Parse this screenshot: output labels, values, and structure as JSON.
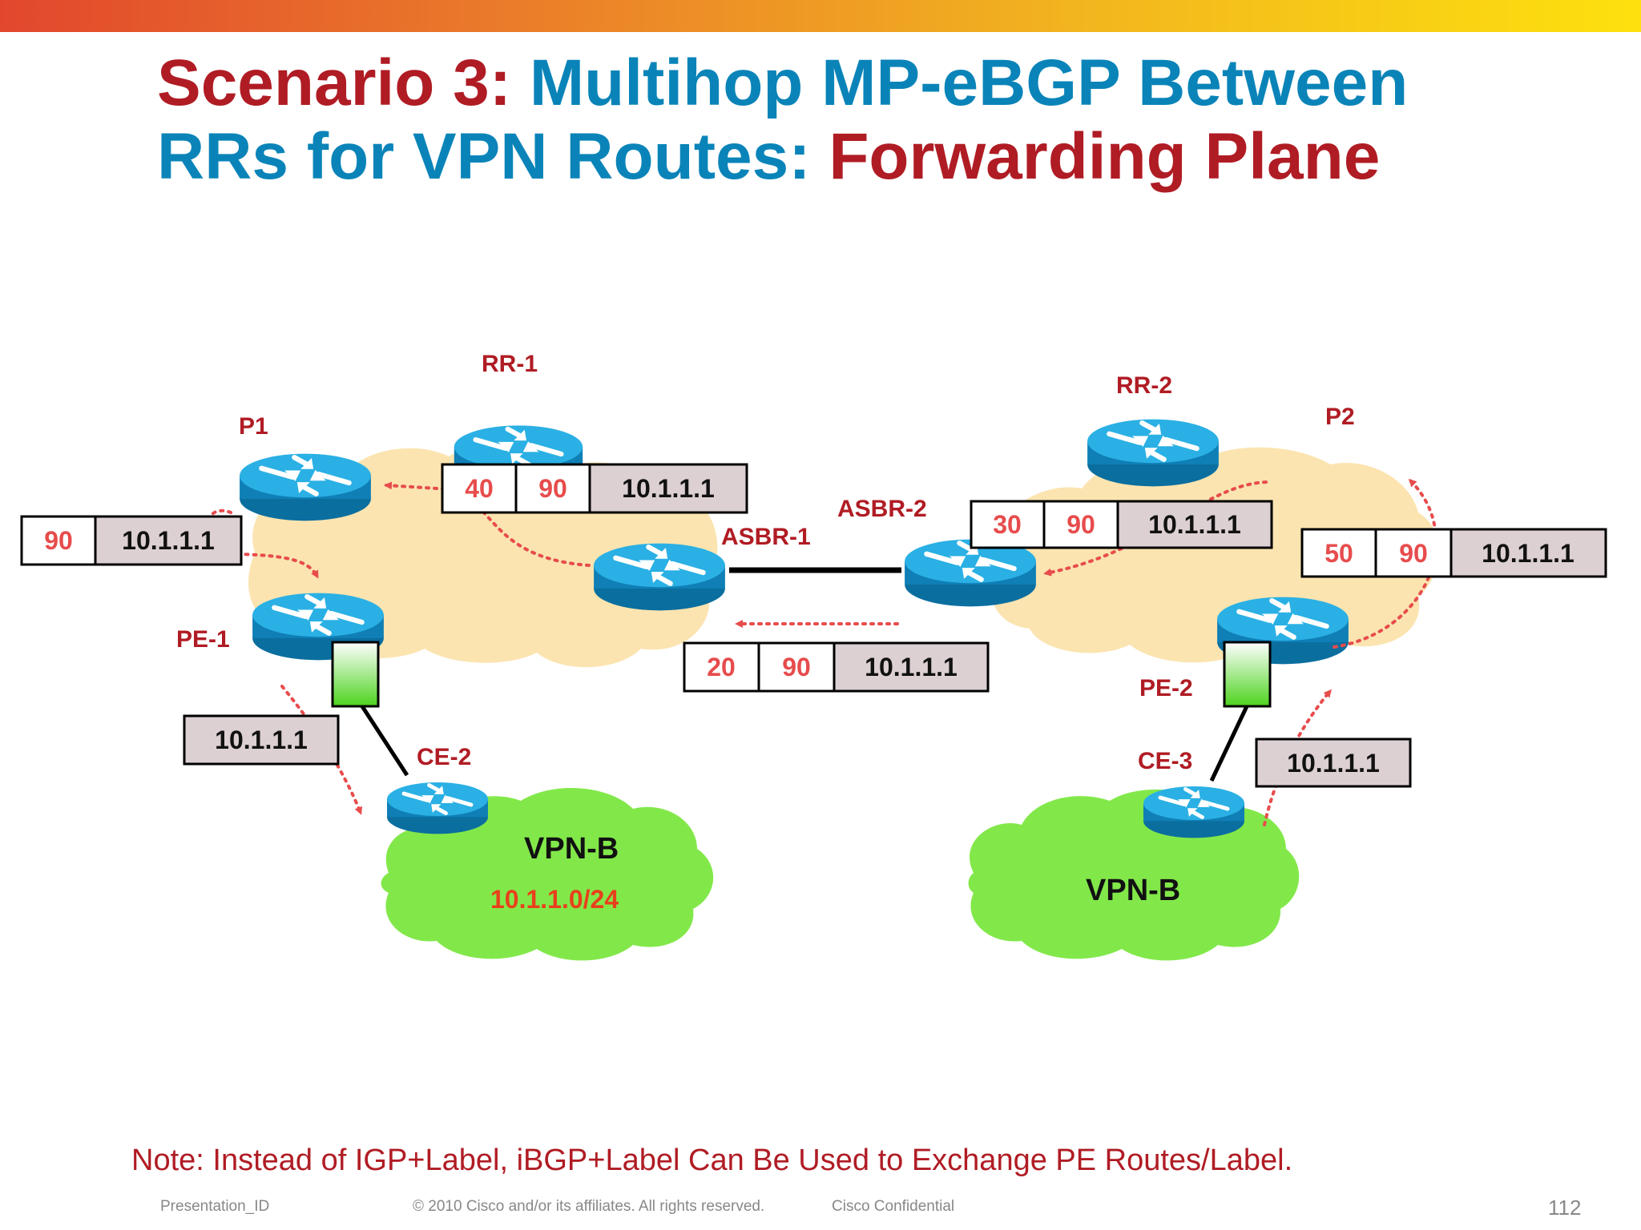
{
  "header": {
    "title_line1_prefix": "Scenario 3: ",
    "title_line1_rest": "Multihop MP-eBGP Between",
    "title_line2_blue": "RRs for VPN Routes: ",
    "title_line2_red": "Forwarding Plane"
  },
  "colors": {
    "accent_red": "#b01c24",
    "accent_blue": "#0a84b8",
    "label_red": "#e74c4c",
    "cloud_provider": "#fbe4b0",
    "cloud_vpn": "#82e84a",
    "router_blue": "#1596d0",
    "label_box_gray": "#dcd0d2"
  },
  "devices": {
    "rr1": "RR-1",
    "rr2": "RR-2",
    "p1": "P1",
    "p2": "P2",
    "asbr1": "ASBR-1",
    "asbr2": "ASBR-2",
    "pe1": "PE-1",
    "pe2": "PE-2",
    "ce2": "CE-2",
    "ce3": "CE-3"
  },
  "sites": {
    "vpn_left": "VPN-B",
    "vpn_left_prefix": "10.1.1.0/24",
    "vpn_right": "VPN-B"
  },
  "stacks": {
    "ce3_to_pe2": {
      "prefix": "10.1.1.1"
    },
    "pe2_out": {
      "l1": "50",
      "l2": "90",
      "prefix": "10.1.1.1"
    },
    "p2_out": {
      "l1": "30",
      "l2": "90",
      "prefix": "10.1.1.1"
    },
    "asbr2_out": {
      "l1": "20",
      "l2": "90",
      "prefix": "10.1.1.1"
    },
    "asbr1_out": {
      "l1": "40",
      "l2": "90",
      "prefix": "10.1.1.1"
    },
    "p1_out": {
      "l1": "90",
      "prefix": "10.1.1.1"
    },
    "pe1_out": {
      "prefix": "10.1.1.1"
    }
  },
  "note": "Note: Instead of IGP+Label, iBGP+Label Can Be Used to Exchange PE Routes/Label.",
  "footer": {
    "presentation_id": "Presentation_ID",
    "copyright": "© 2010 Cisco and/or its affiliates. All rights reserved.",
    "confidential": "Cisco Confidential",
    "page_number": "112"
  }
}
